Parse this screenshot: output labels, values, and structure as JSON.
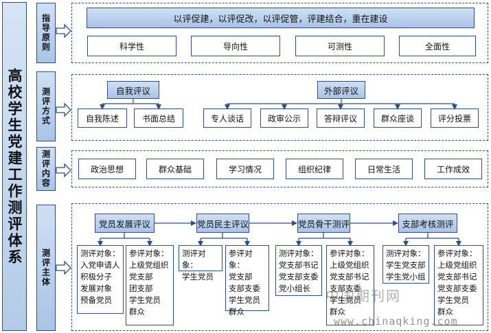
{
  "title": "高校学生党建工作测评体系",
  "sections": {
    "principle": {
      "label": "指导原则",
      "header": "以评促建，以评促改，以评促管，评建结合，重在建设",
      "items": [
        "科学性",
        "导向性",
        "可测性",
        "全面性"
      ]
    },
    "method": {
      "label": "测评方式",
      "self": {
        "title": "自我评议",
        "items": [
          "自我陈述",
          "书面总结"
        ]
      },
      "external": {
        "title": "外部评议",
        "items": [
          "专人谈话",
          "政审公示",
          "答辩评议",
          "群众座谈",
          "评分投票"
        ]
      }
    },
    "content": {
      "label": "测评内容",
      "items": [
        "政治思想",
        "群众基础",
        "学习情况",
        "组织纪律",
        "日常生活",
        "工作成效"
      ]
    },
    "subject": {
      "label": "测评主体",
      "stages": [
        {
          "title": "党员发展评议",
          "target_label": "测评对象：",
          "targets": [
            "入党申请人",
            "积极分子",
            "发展对象",
            "预备党员"
          ],
          "judge_label": "参评对象：",
          "judges": [
            "上级党组织",
            "党支部",
            "团支部",
            "学生党员",
            "群众"
          ]
        },
        {
          "title": "党员民主评议",
          "target_label": "测评对象：",
          "targets": [
            "学生党员"
          ],
          "judge_label": "参评对象：",
          "judges": [
            "党支部",
            "支部支委",
            "学生党员",
            "群众"
          ]
        },
        {
          "title": "党员骨干测评",
          "target_label": "测评对象：",
          "targets": [
            "党支部书记",
            "党支部支委",
            "党小组长"
          ],
          "judge_label": "参评对象：",
          "judges": [
            "上级党组织",
            "党支部书记",
            "支部支委",
            "学生党员",
            "群众"
          ]
        },
        {
          "title": "支部考核测评",
          "target_label": "测评对象：",
          "targets": [
            "学生党支部",
            "学生党小组"
          ],
          "judge_label": "参评对象：",
          "judges": [
            "上级党组织",
            "党支部书记",
            "党支部支委",
            "学生党员",
            "群众"
          ]
        }
      ]
    }
  },
  "watermark": {
    "cn": "中国期刊网",
    "url": "www.chinaqking.com"
  },
  "colors": {
    "border": "#2b4f86",
    "fill_top": "#cfe0f4",
    "fill_bottom": "#a9c4e6"
  }
}
